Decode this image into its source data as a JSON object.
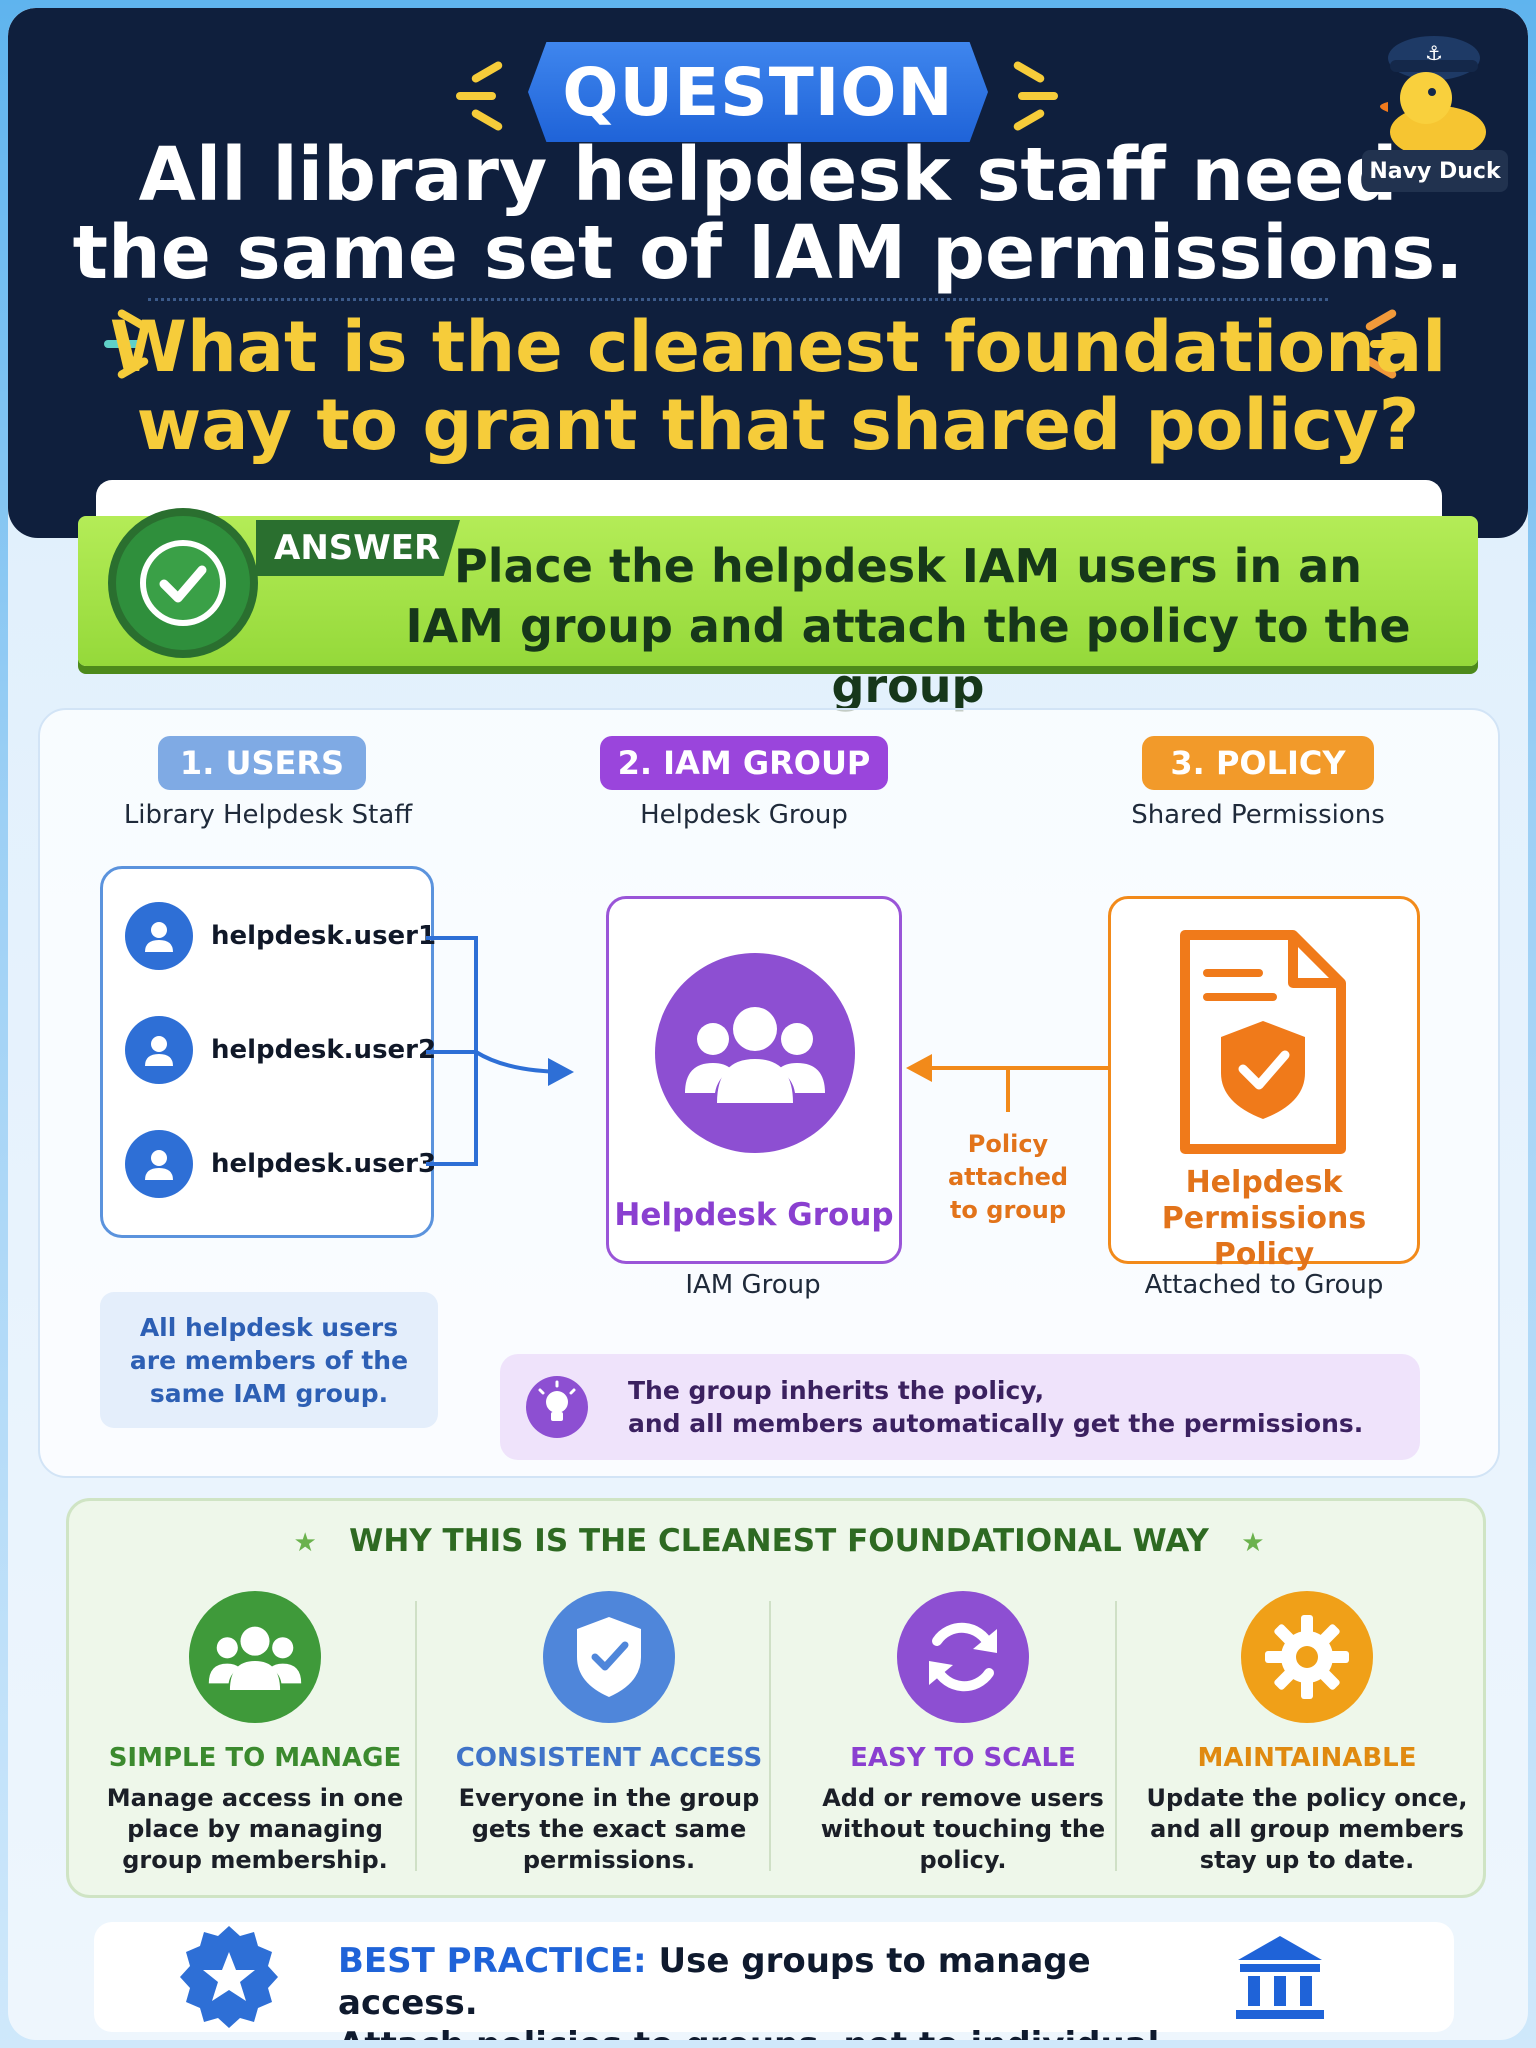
{
  "header": {
    "badge": "QUESTION",
    "headline_line1": "All library helpdesk staff need",
    "headline_line2": "the same set of IAM permissions.",
    "subline_line1": "What is the cleanest foundational",
    "subline_line2": "way to grant that shared policy?",
    "mascot_label": "Navy Duck"
  },
  "answer": {
    "tag": "ANSWER",
    "line1": "Place the helpdesk IAM users in an",
    "line2": "IAM group and attach the policy to the group"
  },
  "diagram": {
    "steps": [
      {
        "title": "1. USERS",
        "subtitle": "Library Helpdesk Staff"
      },
      {
        "title": "2. IAM GROUP",
        "subtitle": "Helpdesk Group"
      },
      {
        "title": "3. POLICY",
        "subtitle": "Shared Permissions"
      }
    ],
    "users": [
      "helpdesk.user1",
      "helpdesk.user2",
      "helpdesk.user3"
    ],
    "group_label": "Helpdesk Group",
    "group_caption": "IAM Group",
    "policy_label_line1": "Helpdesk",
    "policy_label_line2": "Permissions Policy",
    "policy_caption": "Attached to Group",
    "attach_line1": "Policy",
    "attach_line2": "attached",
    "attach_line3": "to group",
    "members_note": "All helpdesk users are members of the same IAM group.",
    "inherit_line1": "The group inherits the policy,",
    "inherit_line2": "and all members automatically get the permissions.",
    "colors": {
      "users": "#5b93dd",
      "group": "#8d4fd2",
      "policy": "#f28a1a"
    }
  },
  "why": {
    "title": "WHY THIS IS THE CLEANEST FOUNDATIONAL WAY",
    "items": [
      {
        "heading": "SIMPLE TO MANAGE",
        "body": "Manage access in one place by managing group membership.",
        "icon": "users-icon",
        "color": "#3f9a3a"
      },
      {
        "heading": "CONSISTENT ACCESS",
        "body": "Everyone in the group gets the exact same permissions.",
        "icon": "shield-check-icon",
        "color": "#4f86da"
      },
      {
        "heading": "EASY TO SCALE",
        "body": "Add or remove users without touching the policy.",
        "icon": "refresh-icon",
        "color": "#8d4fd2"
      },
      {
        "heading": "MAINTAINABLE",
        "body": "Update the policy once, and all group members stay up to date.",
        "icon": "gear-icon",
        "color": "#f0a018"
      }
    ]
  },
  "best_practice": {
    "label": "BEST PRACTICE:",
    "line1": "Use groups to manage access.",
    "line2": "Attach policies to groups, not to individual users."
  }
}
